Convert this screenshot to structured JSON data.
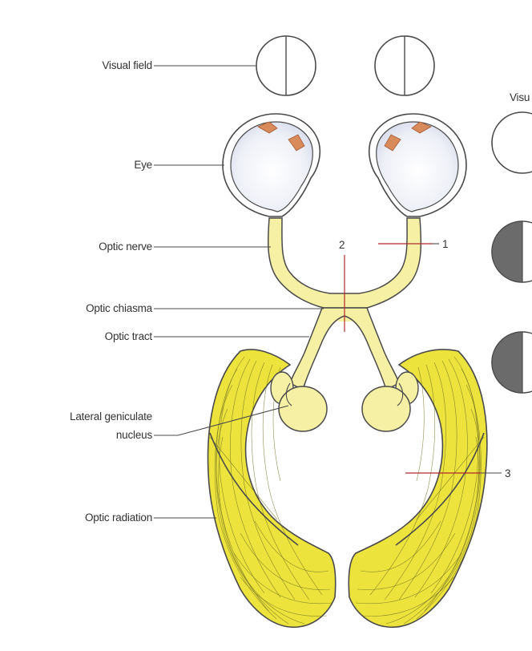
{
  "labels": {
    "visual_field": "Visual field",
    "eye": "Eye",
    "optic_nerve": "Optic nerve",
    "optic_chiasma": "Optic chiasma",
    "optic_tract": "Optic tract",
    "lgn_line1": "Lateral geniculate",
    "lgn_line2": "nucleus",
    "optic_radiation": "Optic radiation"
  },
  "markers": {
    "m1": "1",
    "m2": "2",
    "m3": "3"
  },
  "legend": {
    "heading": "Visu"
  },
  "colors": {
    "pathway_fill": "#f6f0a4",
    "radiation_fill": "#ece33d",
    "marker_line": "#b02a2a",
    "blind_fill": "#6b6b6b",
    "eye_muscle": "#d98a5a"
  }
}
